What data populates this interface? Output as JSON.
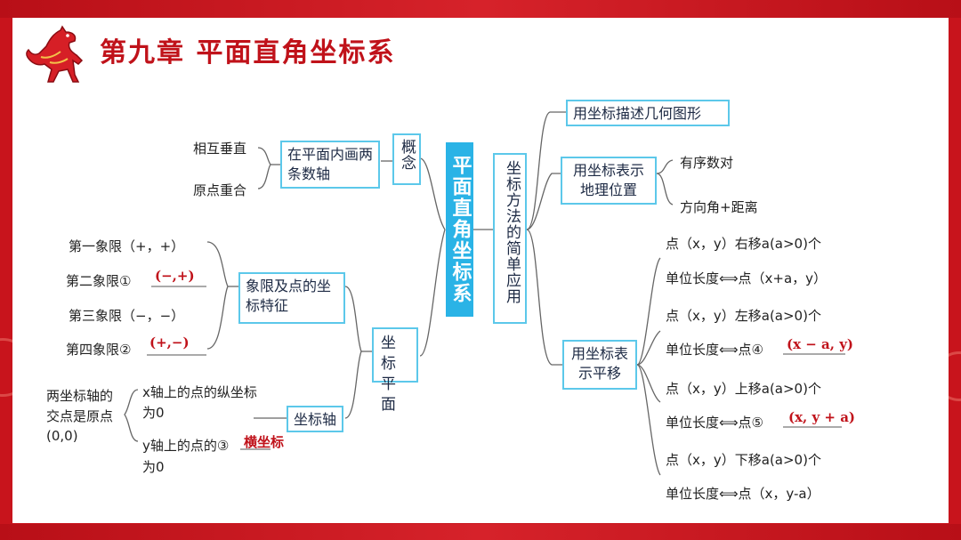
{
  "title": "第九章  平面直角坐标系",
  "center": "平面直角坐标系",
  "left": {
    "concept": {
      "label": "概念",
      "box": "在平面内画两条数轴",
      "items": [
        "相互垂直",
        "原点重合"
      ]
    },
    "plane": {
      "label": "坐标平面",
      "quadrant_box": "象限及点的坐标特征",
      "quadrants": [
        {
          "text": "第一象限（+，+）",
          "answer": ""
        },
        {
          "text": "第二象限①",
          "answer": "(−,+)"
        },
        {
          "text": "第三象限（−，−）",
          "answer": ""
        },
        {
          "text": "第四象限②",
          "answer": "(+,−)"
        }
      ],
      "axis_box": "坐标轴",
      "origin_note": "两坐标轴的交点是原点(0,0)",
      "axis_items": [
        "x轴上的点的纵坐标为0",
        "y轴上的点的③",
        "为0"
      ],
      "axis_answer": "横坐标"
    }
  },
  "right": {
    "method": "坐标方法的简单应用",
    "describe": "用坐标描述几何图形",
    "geo": {
      "box": "用坐标表示地理位置",
      "items": [
        "有序数对",
        "方向角+距离"
      ]
    },
    "translate": {
      "box": "用坐标表示平移",
      "rows": [
        "点（x，y）右移a(a>0)个",
        "单位长度⟺点（x+a，y）",
        "点（x，y）左移a(a>0)个",
        "单位长度⟺点④",
        "点（x，y）上移a(a>0)个",
        "单位长度⟺点⑤",
        "点（x，y）下移a(a>0)个",
        "单位长度⟺点（x，y-a）"
      ],
      "answer4": "(x − a, y)",
      "answer5": "(x, y + a)"
    }
  }
}
